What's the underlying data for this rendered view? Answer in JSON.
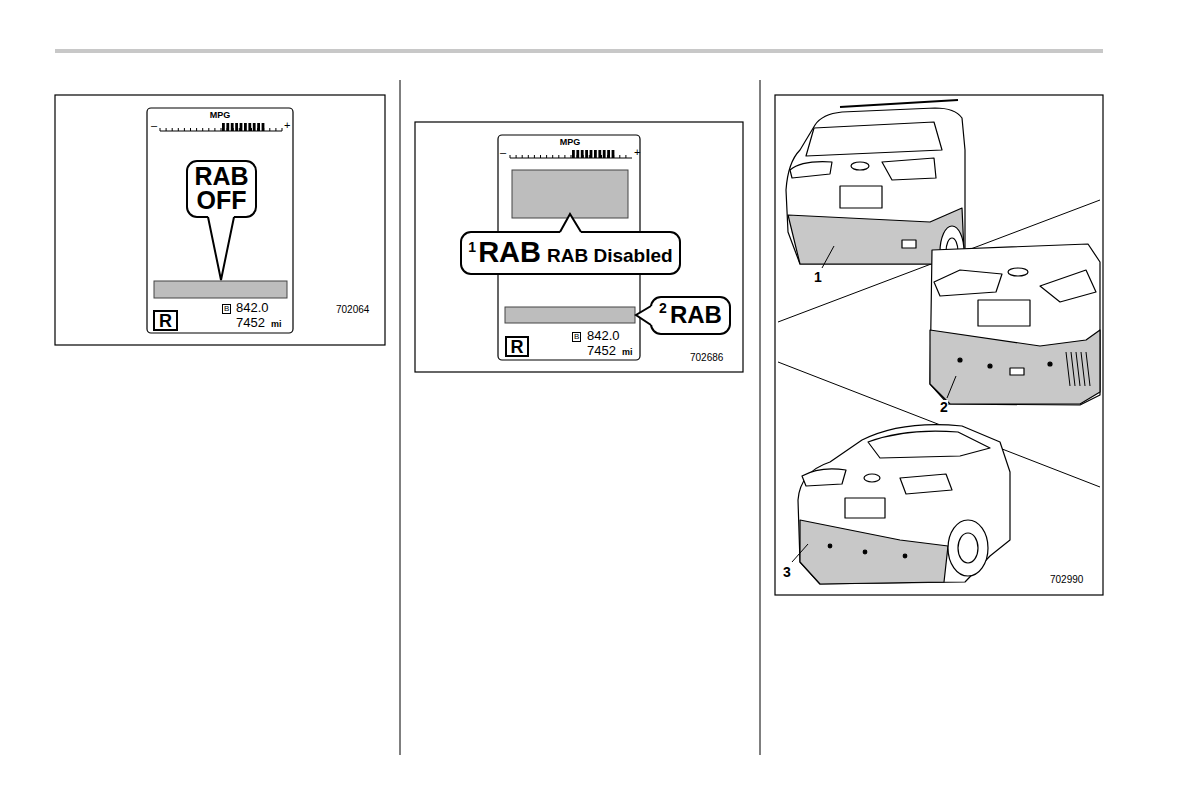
{
  "diagram": {
    "nodes": [
      {
        "text": [
          "RAB OFF"
        ]
      },
      {
        "text": [
          "R"
        ]
      },
      {
        "text": [
          "1",
          "RAB",
          "RAB Disabled"
        ]
      },
      {
        "text": [
          "2",
          "RAB"
        ]
      },
      {
        "text": [
          "R"
        ]
      }
    ],
    "labels": [
      "MPG",
      "–",
      "+",
      "B",
      "842.0",
      "7452",
      "mi",
      "702064",
      "MPG",
      "–",
      "+",
      "B",
      "842.0",
      "7452",
      "mi",
      "702686",
      "1",
      "2",
      "3",
      "702990"
    ]
  }
}
